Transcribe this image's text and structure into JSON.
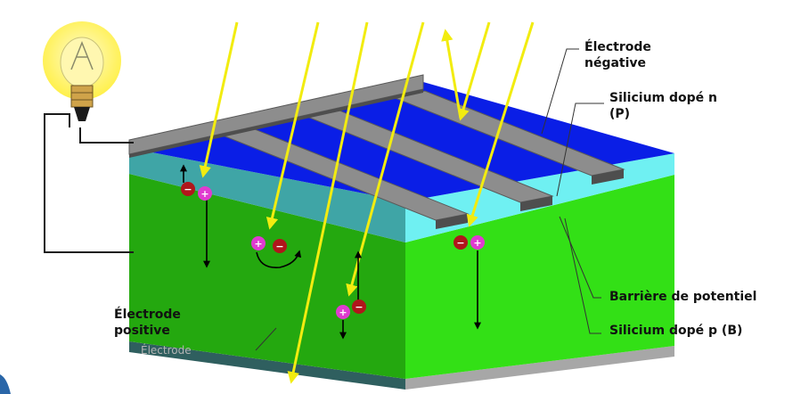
{
  "labels": {
    "negative_electrode_line1": "Électrode",
    "negative_electrode_line2": "négative",
    "n_silicon_line1": "Silicium dopé n",
    "n_silicon_line2": "(P)",
    "potential_barrier": "Barrière de potentiel",
    "p_silicon": "Silicium dopé p (B)",
    "positive_electrode_line1": "Électrode",
    "positive_electrode_line2": "positive",
    "faded_text": "Électrode"
  },
  "charges": {
    "hole_symbol": "+",
    "electron_symbol": "−"
  },
  "colors": {
    "n_layer_top": "#0a1ee6",
    "n_layer_front": "#6ff0f2",
    "n_layer_left": "#3fa5a6",
    "p_layer_front": "#33e016",
    "p_layer_left": "#24a80f",
    "electrode_grid": "#8d8d8d",
    "back_electrode": "#9f9f9f",
    "light_ray": "#f2ec10",
    "bulb_glow": "#fff176",
    "electron": "#b0161b",
    "hole": "#e03bd0"
  },
  "icons": [
    "light-bulb-icon"
  ]
}
